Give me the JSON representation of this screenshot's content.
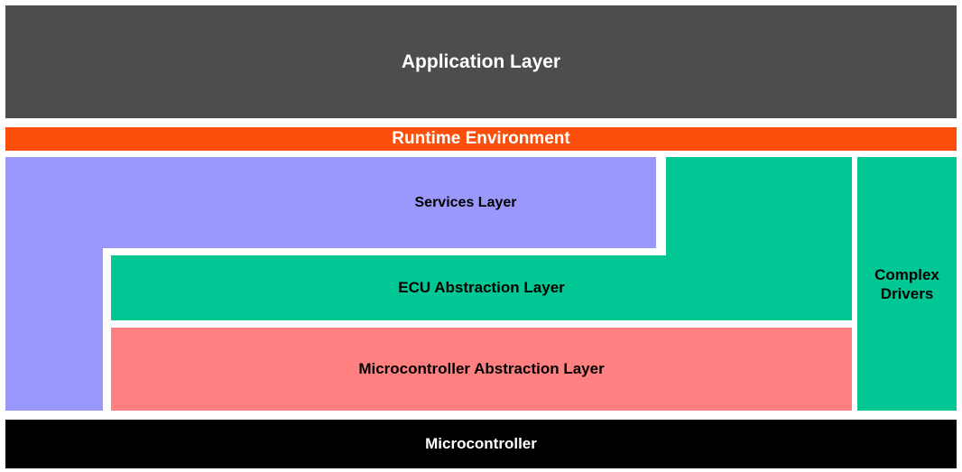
{
  "diagram": {
    "kind": "layered-architecture-diagram",
    "background": "#FFFFFF"
  },
  "layers": {
    "application": {
      "label": "Application Layer",
      "color": "#4D4D4D",
      "text_color": "#FFFFFF"
    },
    "runtime_environment": {
      "label": "Runtime Environment",
      "color": "#FB4E0A",
      "text_color": "#FFFFFF"
    },
    "services": {
      "label": "Services Layer",
      "color": "#9A99FB",
      "text_color": "#000000"
    },
    "ecu_abstraction": {
      "label": "ECU Abstraction Layer",
      "color": "#00C794",
      "text_color": "#000000"
    },
    "microcontroller_abstraction": {
      "label": "Microcontroller Abstraction Layer",
      "color": "#FF8080",
      "text_color": "#000000"
    },
    "complex_drivers": {
      "label": "Complex Drivers",
      "color": "#00C794",
      "text_color": "#000000"
    },
    "microcontroller": {
      "label": "Microcontroller",
      "color": "#000000",
      "text_color": "#FFFFFF"
    }
  }
}
